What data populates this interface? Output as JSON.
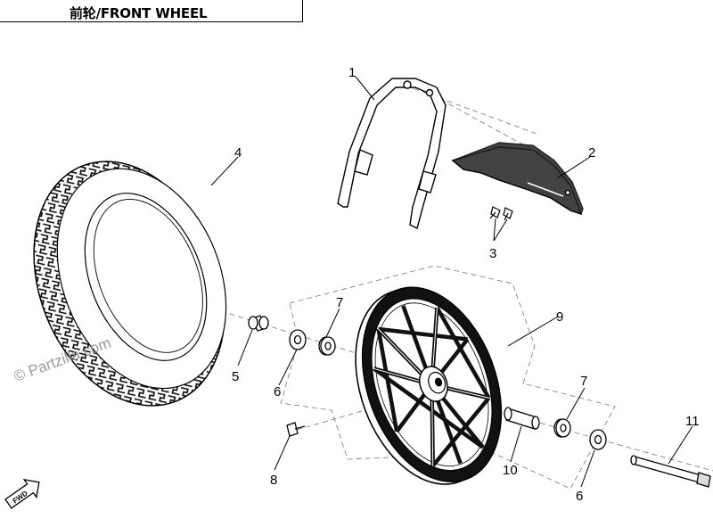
{
  "title": "前轮/FRONT WHEEL",
  "watermark": "© Partzilla.com",
  "fwd_label": "FWD",
  "callouts": {
    "c1": "1",
    "c2": "2",
    "c3": "3",
    "c4": "4",
    "c5": "5",
    "c6a": "6",
    "c6b": "6",
    "c7a": "7",
    "c7b": "7",
    "c8": "8",
    "c9": "9",
    "c10": "10",
    "c11": "11"
  },
  "colors": {
    "line": "#000000",
    "dash": "#777777",
    "watermark": "#9a9a9a"
  }
}
